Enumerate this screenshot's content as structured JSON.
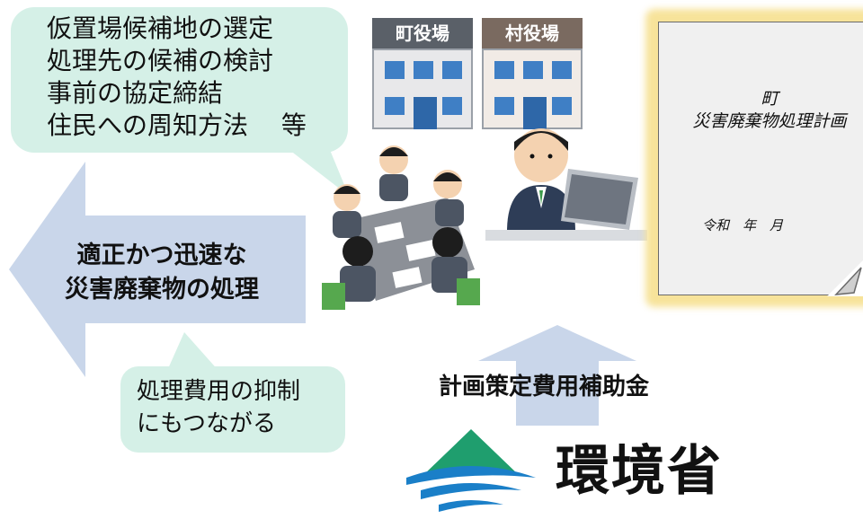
{
  "bubble_top": {
    "lines": [
      "仮置場候補地の選定",
      "処理先の候補の検討",
      "事前の協定締結",
      "住民への周知方法　 等"
    ]
  },
  "main_arrow": {
    "lines": [
      "適正かつ迅速な",
      "災害廃棄物の処理"
    ]
  },
  "bubble_bottom": {
    "lines": [
      "処理費用の抑制",
      "にもつながる"
    ]
  },
  "buildings": [
    {
      "sign": "町役場"
    },
    {
      "sign": "村役場"
    }
  ],
  "plan_document": {
    "title_lines": [
      "町",
      "災害廃棄物処理計画"
    ],
    "date": "令和　年　月"
  },
  "subsidy_label": "計画策定費用補助金",
  "ministry": {
    "name": "環境省"
  },
  "colors": {
    "bubble": "#d5f0e7",
    "arrow": "#c9d6ea",
    "doc_glow": "#f7e39a",
    "logo_green": "#1f9e6e",
    "logo_blue": "#1a7fc8"
  }
}
